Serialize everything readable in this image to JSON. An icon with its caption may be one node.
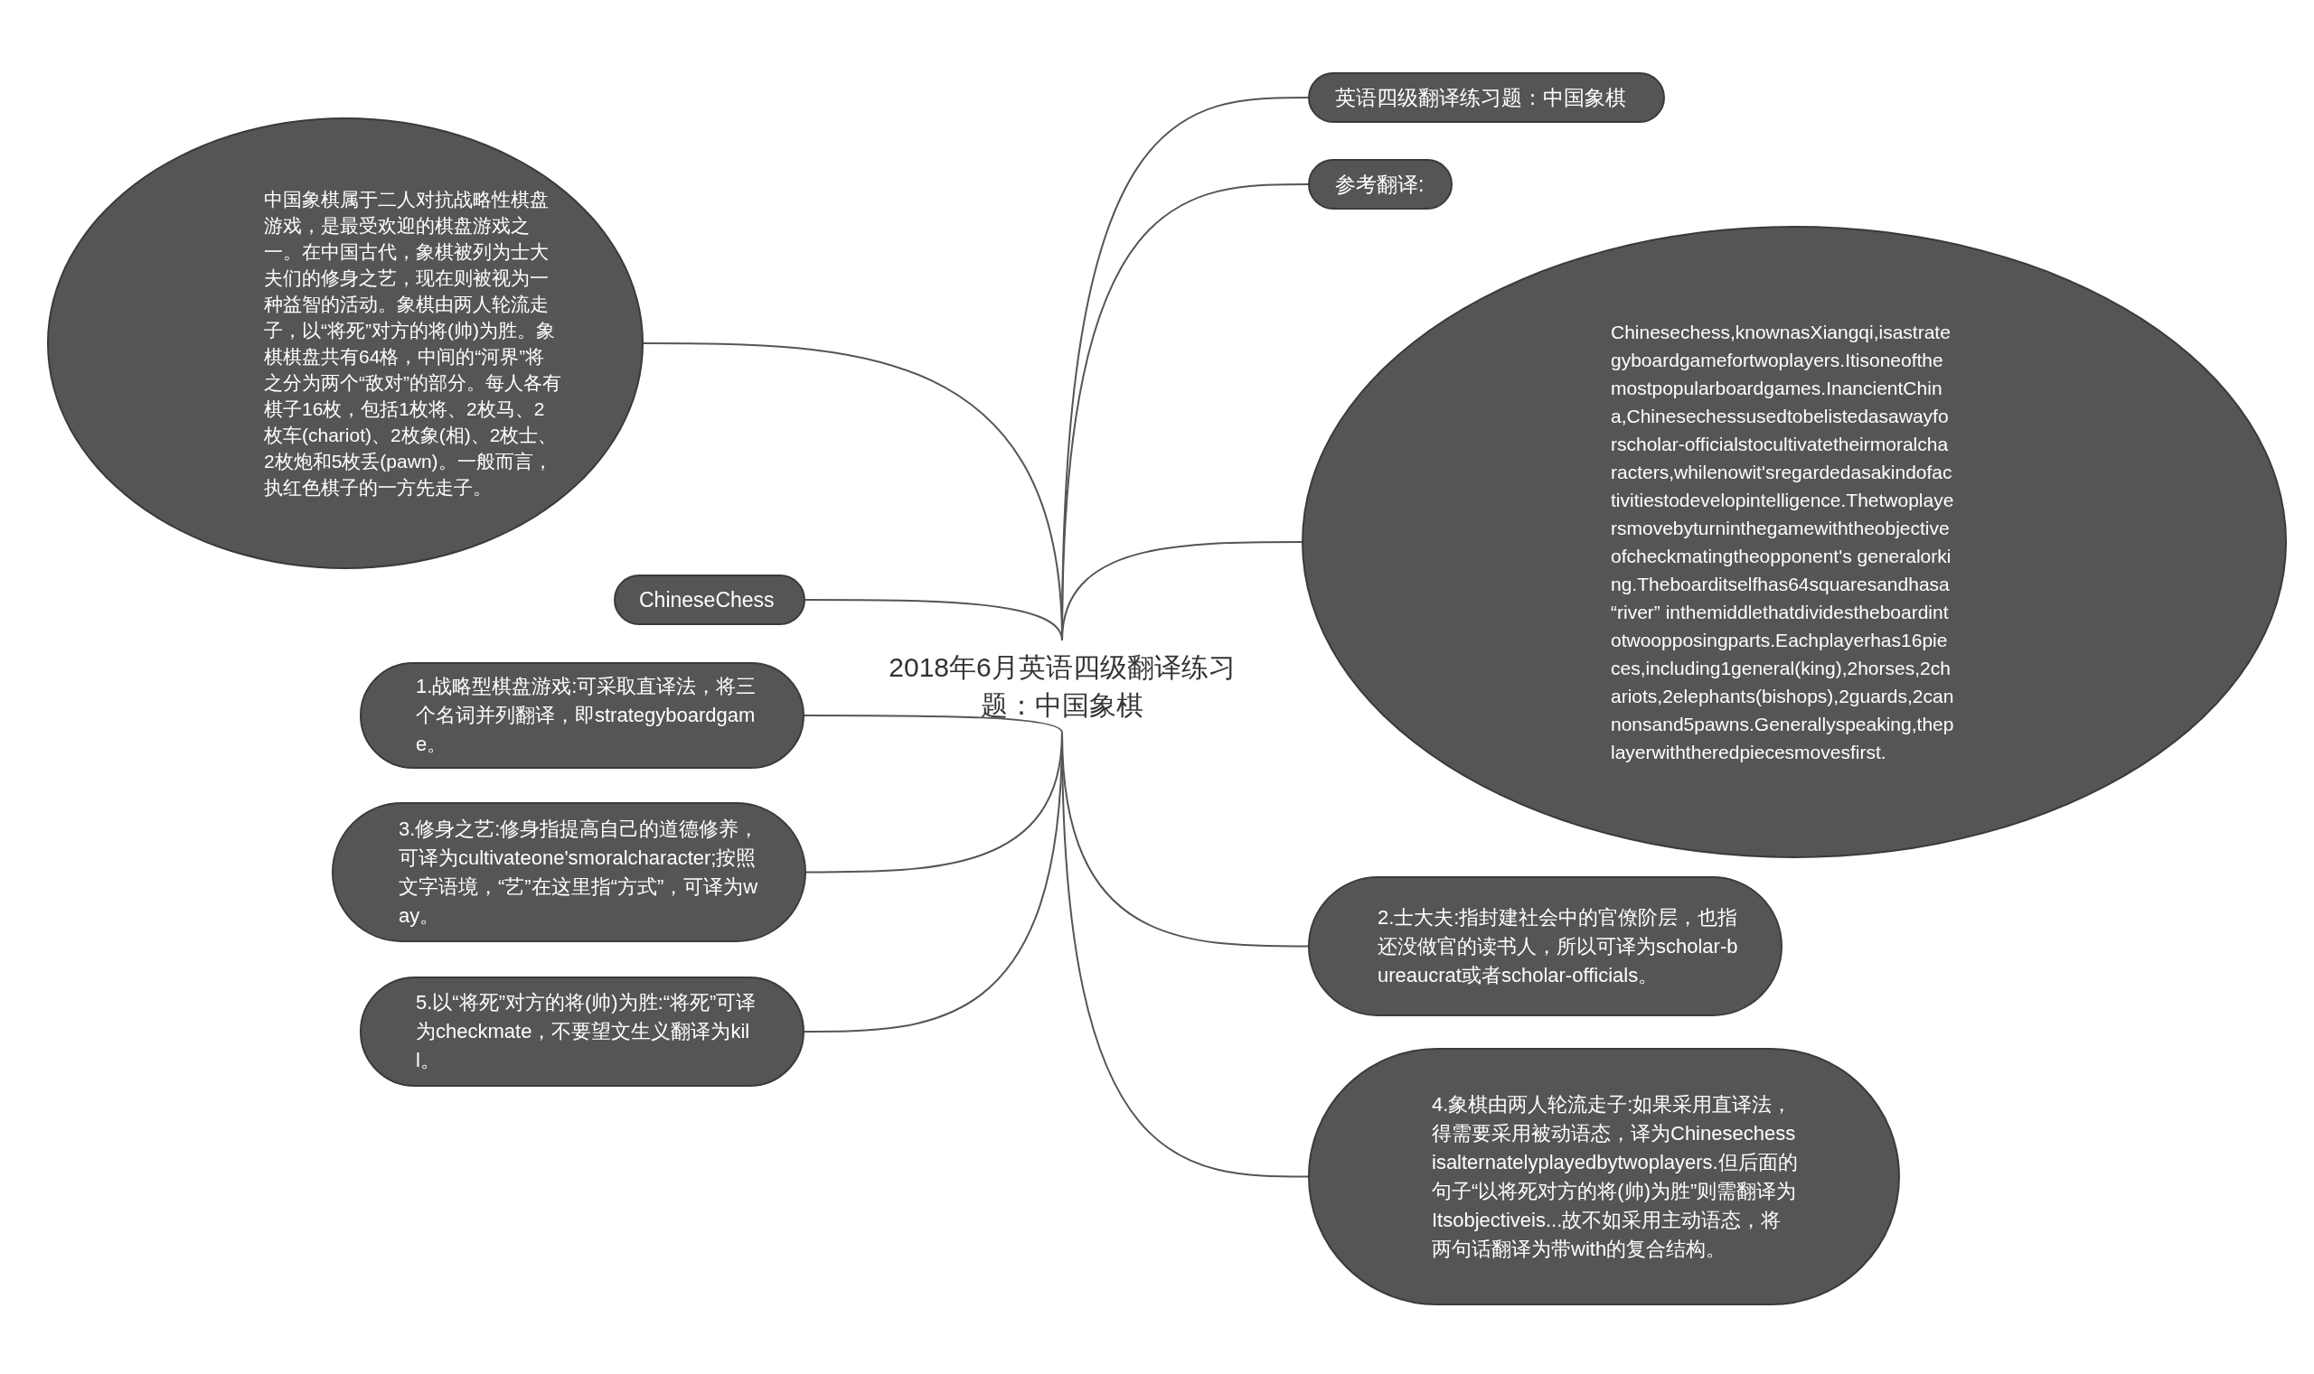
{
  "diagram": {
    "nodes": [
      {
        "text": [
          "2018年6月英语四级翻译练习题：中国象棋"
        ]
      },
      {
        "text": [
          "英语四级翻译练习题：中国象棋"
        ]
      },
      {
        "text": [
          "参考翻译:"
        ]
      },
      {
        "text": [
          "Chinesechess,knownasXiangqi,isastrategyboardgamefortwoplayers.Itisoneofthemostpopularboardgames.InancientChina,Chinesechessusedtobelistedasawayforscholar-officialstocultivatetheirmoralcharacters,whilenowit'sregardedasakindofactivitiestodevelopintelligence.Thetwoplayersmovebyturninthegamewiththeobjectiveofcheckmatingtheopponent's generalorking.Theboarditselfhas64squaresandhasa “river” inthemiddlethatdividestheboardintotwoopposingparts.Eachplayerhas16pieces,including1general(king),2horses,2chariots,2elephants(bishops),2guards,2cannonsand5pawns.Generallyspeaking,theplayerwiththeredpiecesmovesfirst."
        ]
      },
      {
        "text": [
          "2.士大夫:指封建社会中的官僚阶层，也指还没做官的读书人，所以可译为scholar-bureaucrat或者scholar-officials。"
        ]
      },
      {
        "text": [
          "4.象棋由两人轮流走子:如果采用直译法，得需要采用被动语态，译为Chinesechessisalternatelyplayedbytwoplayers.但后面的句子“以将死对方的将(帅)为胜”则需翻译为Itsobjectiveis...故不如采用主动语态，将两句话翻译为带with的复合结构。"
        ]
      },
      {
        "text": [
          "中国象棋属于二人对抗战略性棋盘游戏，是最受欢迎的棋盘游戏之一。在中国古代，象棋被列为士大夫们的修身之艺，现在则被视为一种益智的活动。象棋由两人轮流走子，以“将死”对方的将(帅)为胜。象棋棋盘共有64格，中间的“河界”将之分为两个“敌对”的部分。每人各有棋子16枚，包括1枚将、2枚马、2枚车(chariot)、2枚象(相)、2枚士、2枚炮和5枚丢(pawn)。一般而言，执红色棋子的一方先走子。"
        ]
      },
      {
        "text": [
          "ChineseChess"
        ]
      },
      {
        "text": [
          "1.战略型棋盘游戏:可采取直译法，将三个名词并列翻译，即strategyboardgame。"
        ]
      },
      {
        "text": [
          "3.修身之艺:修身指提高自己的道德修养，可译为cultivateone'smoralcharacter;按照文字语境，“艺”在这里指“方式”，可译为way。"
        ]
      },
      {
        "text": [
          "5.以“将死”对方的将(帅)为胜:“将死”可译为checkmate，不要望文生义翻译为kill。"
        ]
      }
    ],
    "edges": [
      {
        "from": 0,
        "to": 1,
        "arrow": "none"
      },
      {
        "from": 0,
        "to": 2,
        "arrow": "none"
      },
      {
        "from": 0,
        "to": 3,
        "arrow": "none"
      },
      {
        "from": 0,
        "to": 4,
        "arrow": "none"
      },
      {
        "from": 0,
        "to": 5,
        "arrow": "none"
      },
      {
        "from": 0,
        "to": 6,
        "arrow": "none"
      },
      {
        "from": 0,
        "to": 7,
        "arrow": "none"
      },
      {
        "from": 0,
        "to": 8,
        "arrow": "none"
      },
      {
        "from": 0,
        "to": 9,
        "arrow": "none"
      },
      {
        "from": 0,
        "to": 10,
        "arrow": "none"
      }
    ]
  }
}
